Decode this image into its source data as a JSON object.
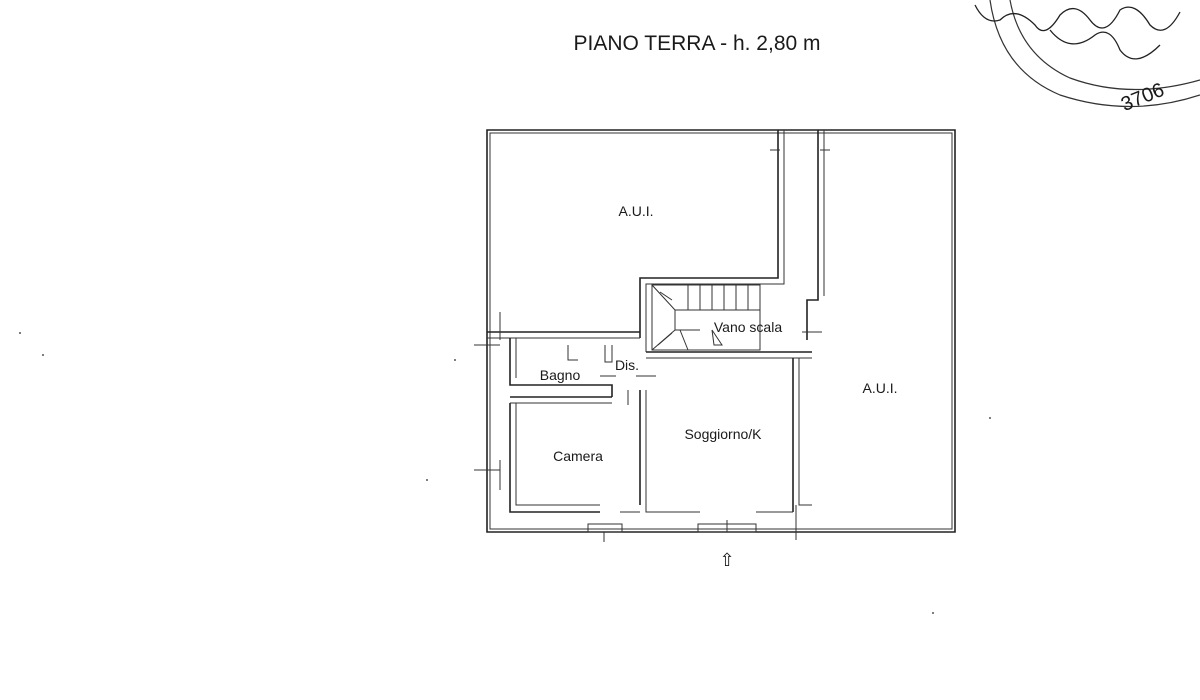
{
  "title": "PIANO TERRA - h. 2,80 m",
  "rooms": {
    "aui_top": "A.U.I.",
    "aui_right": "A.U.I.",
    "vano_scala": "Vano scala",
    "bagno": "Bagno",
    "dis": "Dis.",
    "camera": "Camera",
    "soggiorno": "Soggiorno/K"
  },
  "stamp": {
    "number": "3706"
  },
  "entrance_arrow": "⇧"
}
